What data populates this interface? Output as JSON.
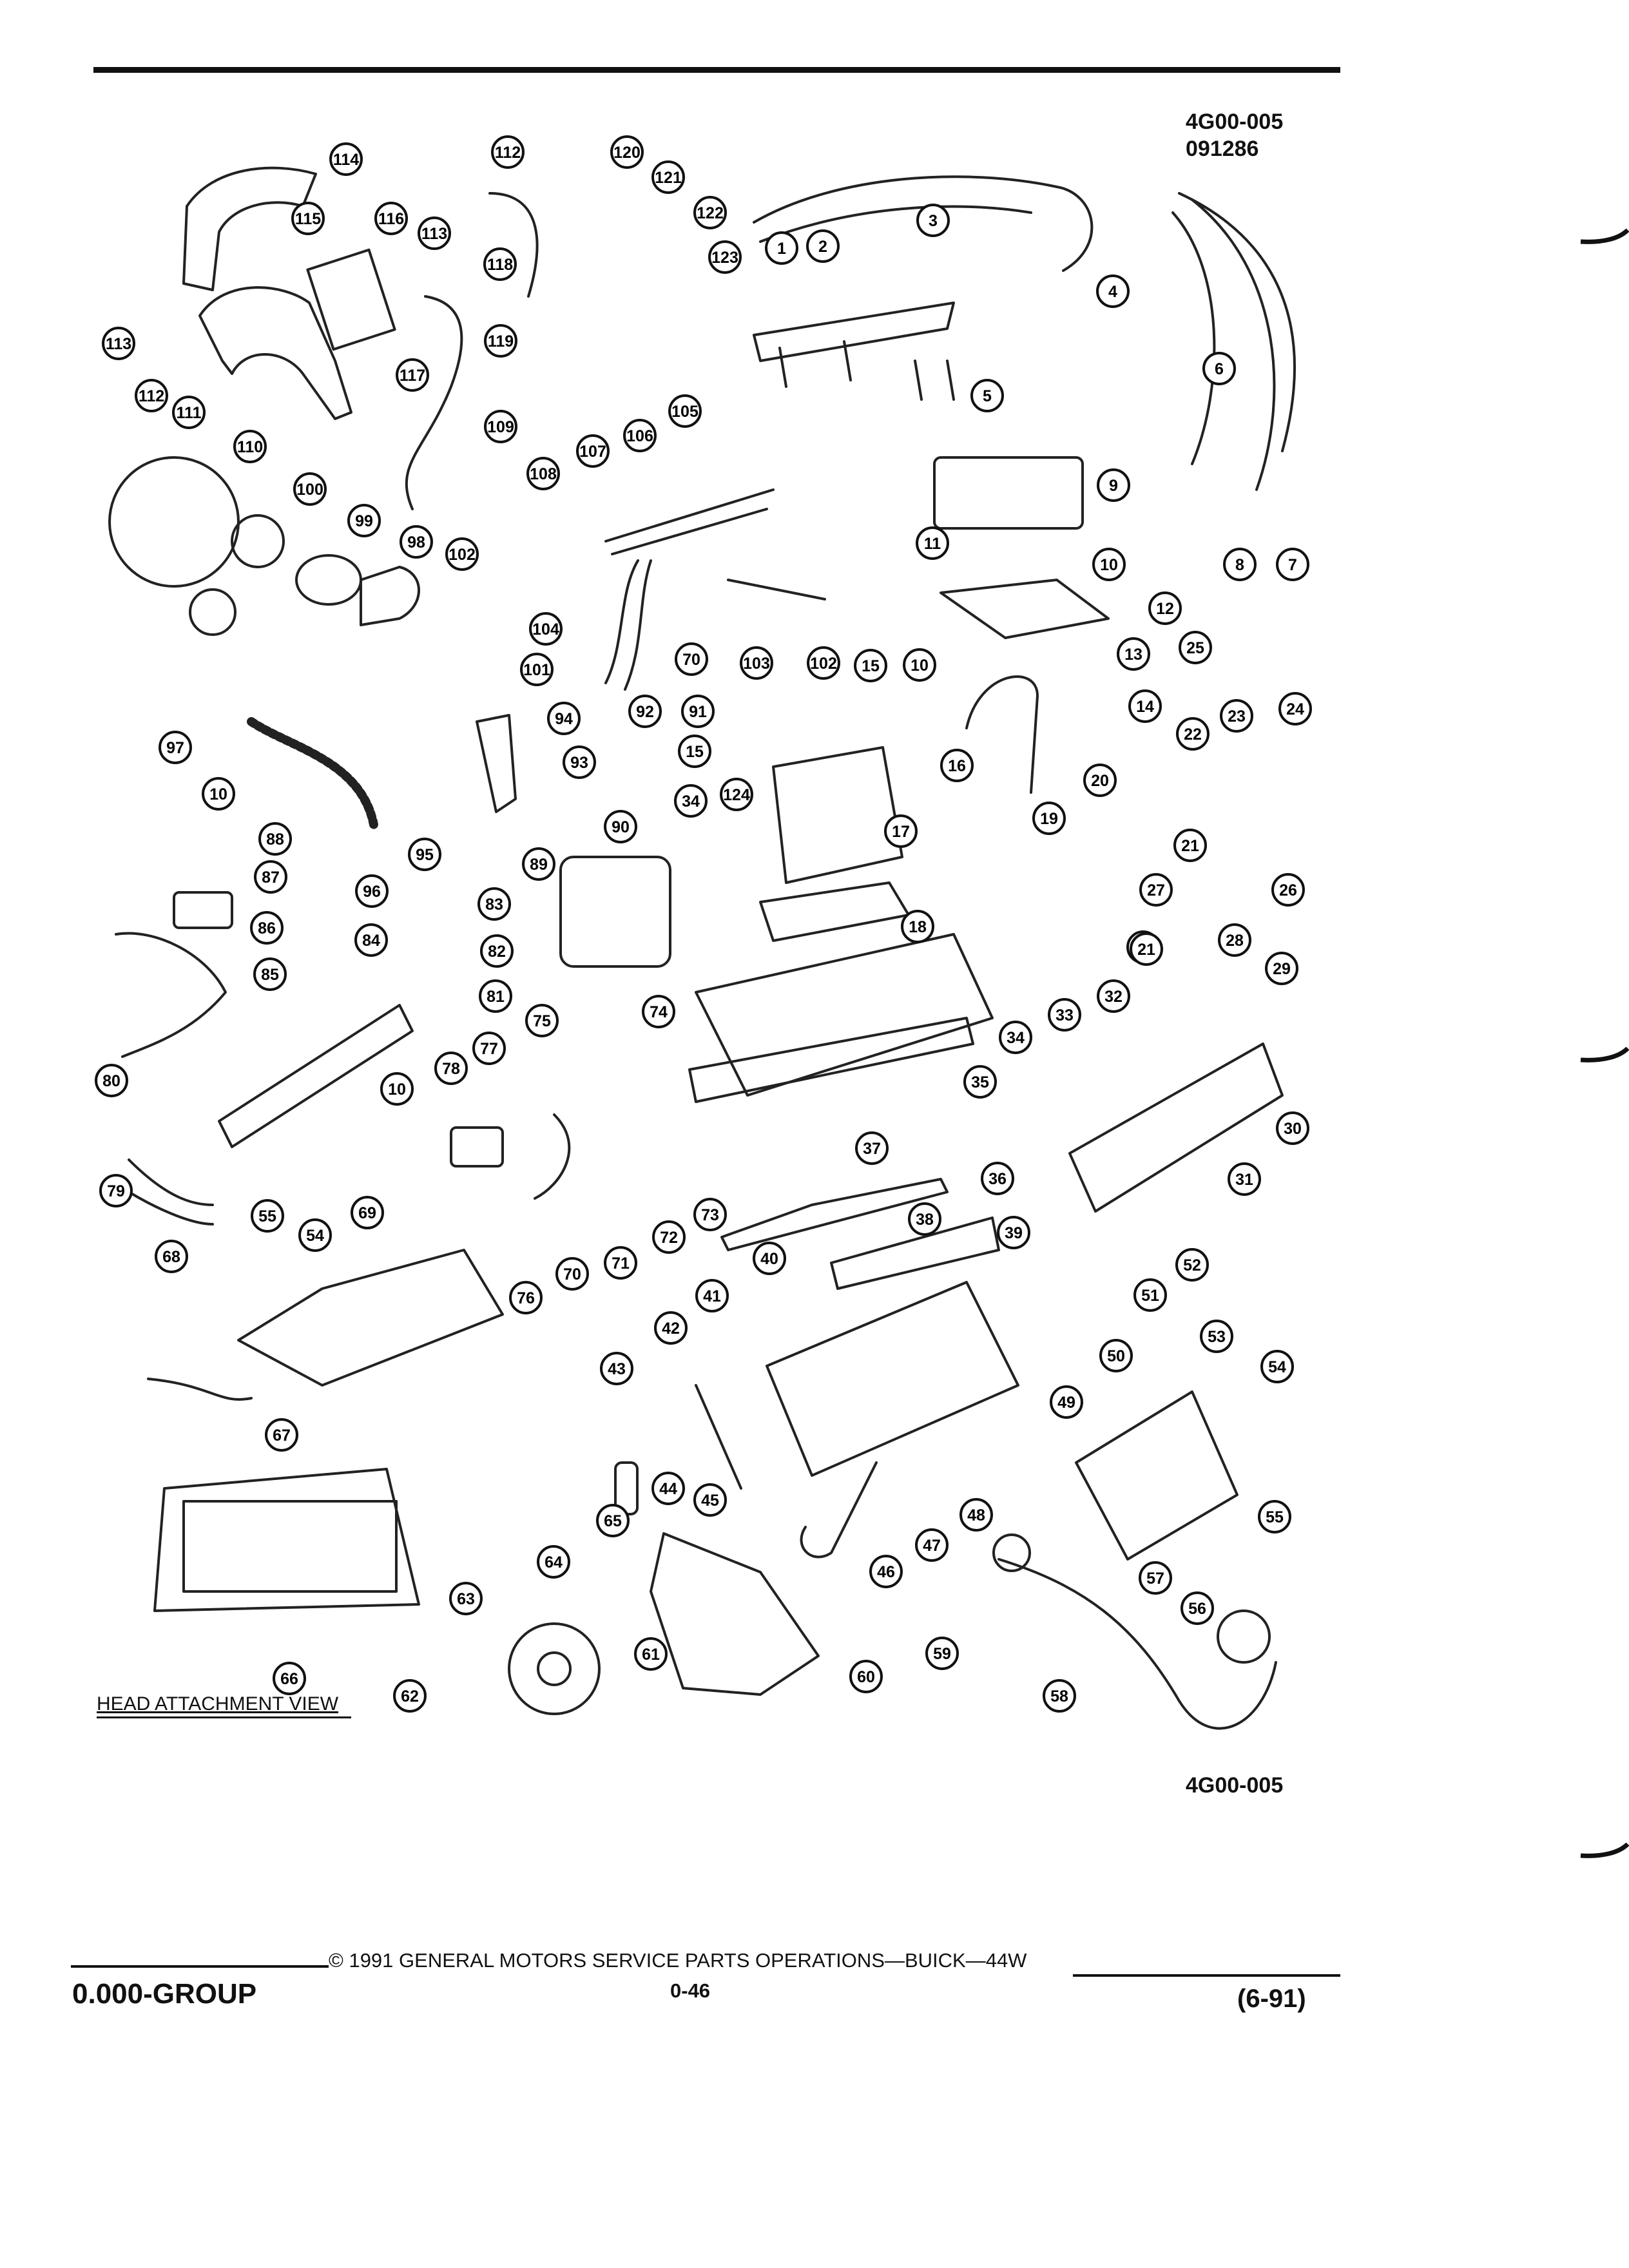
{
  "header": {
    "code": "4G00-005",
    "date": "091286"
  },
  "diagram": {
    "callouts": [
      {
        "n": "114"
      },
      {
        "n": "112"
      },
      {
        "n": "120"
      },
      {
        "n": "121"
      },
      {
        "n": "122"
      },
      {
        "n": "115"
      },
      {
        "n": "116"
      },
      {
        "n": "113"
      },
      {
        "n": "118"
      },
      {
        "n": "123"
      },
      {
        "n": "1"
      },
      {
        "n": "2"
      },
      {
        "n": "3"
      },
      {
        "n": "4"
      },
      {
        "n": "113"
      },
      {
        "n": "112"
      },
      {
        "n": "119"
      },
      {
        "n": "117"
      },
      {
        "n": "5"
      },
      {
        "n": "6"
      },
      {
        "n": "111"
      },
      {
        "n": "105"
      },
      {
        "n": "110"
      },
      {
        "n": "109"
      },
      {
        "n": "106"
      },
      {
        "n": "107"
      },
      {
        "n": "108"
      },
      {
        "n": "100"
      },
      {
        "n": "99"
      },
      {
        "n": "98"
      },
      {
        "n": "102"
      },
      {
        "n": "9"
      },
      {
        "n": "7"
      },
      {
        "n": "8"
      },
      {
        "n": "11"
      },
      {
        "n": "10"
      },
      {
        "n": "12"
      },
      {
        "n": "104"
      },
      {
        "n": "103"
      },
      {
        "n": "102"
      },
      {
        "n": "101"
      },
      {
        "n": "70"
      },
      {
        "n": "13"
      },
      {
        "n": "25"
      },
      {
        "n": "21"
      },
      {
        "n": "15"
      },
      {
        "n": "10"
      },
      {
        "n": "14"
      },
      {
        "n": "97"
      },
      {
        "n": "94"
      },
      {
        "n": "92"
      },
      {
        "n": "91"
      },
      {
        "n": "24"
      },
      {
        "n": "23"
      },
      {
        "n": "22"
      },
      {
        "n": "10"
      },
      {
        "n": "93"
      },
      {
        "n": "15"
      },
      {
        "n": "16"
      },
      {
        "n": "34"
      },
      {
        "n": "124"
      },
      {
        "n": "20"
      },
      {
        "n": "95"
      },
      {
        "n": "96"
      },
      {
        "n": "90"
      },
      {
        "n": "17"
      },
      {
        "n": "19"
      },
      {
        "n": "21"
      },
      {
        "n": "88"
      },
      {
        "n": "89"
      },
      {
        "n": "26"
      },
      {
        "n": "87"
      },
      {
        "n": "83"
      },
      {
        "n": "27"
      },
      {
        "n": "86"
      },
      {
        "n": "18"
      },
      {
        "n": "28"
      },
      {
        "n": "84"
      },
      {
        "n": "82"
      },
      {
        "n": "21"
      },
      {
        "n": "85"
      },
      {
        "n": "32"
      },
      {
        "n": "29"
      },
      {
        "n": "81"
      },
      {
        "n": "74"
      },
      {
        "n": "33"
      },
      {
        "n": "34"
      },
      {
        "n": "75"
      },
      {
        "n": "77"
      },
      {
        "n": "35"
      },
      {
        "n": "78"
      },
      {
        "n": "10"
      },
      {
        "n": "80"
      },
      {
        "n": "30"
      },
      {
        "n": "37"
      },
      {
        "n": "31"
      },
      {
        "n": "79"
      },
      {
        "n": "36"
      },
      {
        "n": "69"
      },
      {
        "n": "54"
      },
      {
        "n": "72"
      },
      {
        "n": "73"
      },
      {
        "n": "38"
      },
      {
        "n": "55"
      },
      {
        "n": "71"
      },
      {
        "n": "70"
      },
      {
        "n": "39"
      },
      {
        "n": "68"
      },
      {
        "n": "76"
      },
      {
        "n": "40"
      },
      {
        "n": "52"
      },
      {
        "n": "41"
      },
      {
        "n": "51"
      },
      {
        "n": "42"
      },
      {
        "n": "50"
      },
      {
        "n": "53"
      },
      {
        "n": "43"
      },
      {
        "n": "54"
      },
      {
        "n": "49"
      },
      {
        "n": "67"
      },
      {
        "n": "44"
      },
      {
        "n": "48"
      },
      {
        "n": "45"
      },
      {
        "n": "55"
      },
      {
        "n": "65"
      },
      {
        "n": "47"
      },
      {
        "n": "46"
      },
      {
        "n": "64"
      },
      {
        "n": "57"
      },
      {
        "n": "63"
      },
      {
        "n": "56"
      },
      {
        "n": "59"
      },
      {
        "n": "61"
      },
      {
        "n": "60"
      },
      {
        "n": "66"
      },
      {
        "n": "62"
      },
      {
        "n": "58"
      }
    ]
  },
  "view_label": "HEAD ATTACHMENT VIEW",
  "figure_code": "4G00-005",
  "footer": {
    "group": "0.000-GROUP",
    "copyright": "© 1991 GENERAL MOTORS SERVICE PARTS OPERATIONS—BUICK—44W",
    "page": "0-46",
    "revision": "(6-91)"
  }
}
